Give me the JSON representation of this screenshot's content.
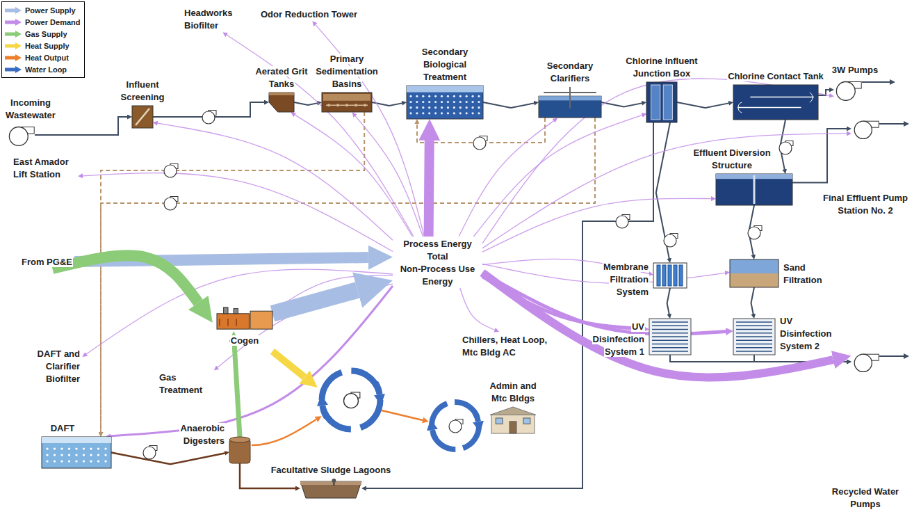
{
  "diagram": {
    "nodes": [
      {
        "text": [
          "Headworks Biofilter"
        ]
      },
      {
        "text": [
          "Odor Reduction Tower"
        ]
      },
      {
        "text": [
          "Influent Screening"
        ]
      },
      {
        "text": [
          "Aerated Grit Tanks"
        ]
      },
      {
        "text": [
          "Primary Sedimentation Basins"
        ]
      },
      {
        "text": [
          "Secondary Biological Treatment"
        ]
      },
      {
        "text": [
          "Secondary Clarifiers"
        ]
      },
      {
        "text": [
          "Chlorine Influent Junction Box"
        ]
      },
      {
        "text": [
          "Chlorine Contact Tank"
        ]
      },
      {
        "text": [
          "3W Pumps"
        ]
      },
      {
        "text": [
          "Incoming Wastewater"
        ]
      },
      {
        "text": [
          "East Amador Lift Station"
        ]
      },
      {
        "text": [
          "Effluent Diversion Structure"
        ]
      },
      {
        "text": [
          "Final Effluent Pump Station No. 2"
        ]
      },
      {
        "text": [
          "Process Energy Total",
          "Non-Process Use Energy"
        ]
      },
      {
        "text": [
          "From PG&E"
        ]
      },
      {
        "text": [
          "Cogen"
        ]
      },
      {
        "text": [
          "Membrane Filtration System"
        ]
      },
      {
        "text": [
          "Sand Filtration"
        ]
      },
      {
        "text": [
          "Chillers, Heat Loop, Mtc Bldg AC"
        ]
      },
      {
        "text": [
          "DAFT and Clarifier Biofilter"
        ]
      },
      {
        "text": [
          "Gas Treatment"
        ]
      },
      {
        "text": [
          "Anaerobic Digesters"
        ]
      },
      {
        "text": [
          "UV Disinfection System 1"
        ]
      },
      {
        "text": [
          "Admin and Mtc Bldgs"
        ]
      },
      {
        "text": [
          "UV Disinfection System 2"
        ]
      },
      {
        "text": [
          "DAFT"
        ]
      },
      {
        "text": [
          "Facultative Sludge Lagoons"
        ]
      },
      {
        "text": [
          "Recycled Water Pumps"
        ]
      }
    ],
    "edges": [
      {
        "from": 10,
        "to": 2,
        "arrow": "to"
      },
      {
        "from": 2,
        "to": 3,
        "arrow": "to"
      },
      {
        "from": 3,
        "to": 4,
        "arrow": "to"
      },
      {
        "from": 4,
        "to": 5,
        "arrow": "to"
      },
      {
        "from": 5,
        "to": 6,
        "arrow": "to"
      },
      {
        "from": 6,
        "to": 7,
        "arrow": "to"
      },
      {
        "from": 7,
        "to": 8,
        "arrow": "to"
      },
      {
        "from": 8,
        "to": 9,
        "arrow": "to"
      },
      {
        "from": 8,
        "to": 12,
        "arrow": "to"
      },
      {
        "from": 12,
        "to": 13,
        "arrow": "to"
      },
      {
        "from": 12,
        "to": 18,
        "arrow": "to"
      },
      {
        "from": 7,
        "to": 17,
        "arrow": "to"
      },
      {
        "from": 17,
        "to": 23,
        "arrow": "to"
      },
      {
        "from": 18,
        "to": 25,
        "arrow": "to"
      },
      {
        "from": 23,
        "to": 28,
        "arrow": "to"
      },
      {
        "from": 25,
        "to": 28,
        "arrow": "to"
      },
      {
        "from": 7,
        "to": 27,
        "arrow": "to"
      },
      {
        "from": 26,
        "to": 22,
        "arrow": "to"
      },
      {
        "from": 22,
        "to": 27,
        "arrow": "to"
      },
      {
        "from": 4,
        "to": 26,
        "arrow": "to"
      },
      {
        "from": 6,
        "to": 26,
        "arrow": "to"
      },
      {
        "from": 6,
        "to": 5,
        "arrow": "to"
      },
      {
        "from": 14,
        "to": 0,
        "arrow": "to"
      },
      {
        "from": 14,
        "to": 1,
        "arrow": "to"
      },
      {
        "from": 14,
        "to": 2,
        "arrow": "to"
      },
      {
        "from": 14,
        "to": 3,
        "arrow": "to"
      },
      {
        "from": 14,
        "to": 4,
        "arrow": "to"
      },
      {
        "from": 14,
        "to": 5,
        "arrow": "to"
      },
      {
        "from": 14,
        "to": 6,
        "arrow": "to"
      },
      {
        "from": 14,
        "to": 7,
        "arrow": "to"
      },
      {
        "from": 14,
        "to": 9,
        "arrow": "to"
      },
      {
        "from": 14,
        "to": 11,
        "arrow": "to"
      },
      {
        "from": 14,
        "to": 12,
        "arrow": "to"
      },
      {
        "from": 14,
        "to": 13,
        "arrow": "to"
      },
      {
        "from": 14,
        "to": 17,
        "arrow": "to"
      },
      {
        "from": 14,
        "to": 18,
        "arrow": "to"
      },
      {
        "from": 14,
        "to": 19,
        "arrow": "to"
      },
      {
        "from": 14,
        "to": 20,
        "arrow": "to"
      },
      {
        "from": 14,
        "to": 21,
        "arrow": "to"
      },
      {
        "from": 14,
        "to": 23,
        "arrow": "to"
      },
      {
        "from": 14,
        "to": 25,
        "arrow": "to"
      },
      {
        "from": 14,
        "to": 26,
        "arrow": "to"
      },
      {
        "from": 14,
        "to": 28,
        "arrow": "to"
      },
      {
        "from": 14,
        "to": 16,
        "arrow": "to"
      },
      {
        "from": 15,
        "to": 14,
        "arrow": "to"
      },
      {
        "from": 16,
        "to": 14,
        "arrow": "to"
      },
      {
        "from": 15,
        "to": 16,
        "arrow": "to"
      },
      {
        "from": 22,
        "to": 16,
        "arrow": "to"
      }
    ],
    "legend": [
      {
        "text": "Power Supply",
        "color": "#a7bde3"
      },
      {
        "text": "Power Demand",
        "color": "#c28ce8"
      },
      {
        "text": "Gas Supply",
        "color": "#8ccb78"
      },
      {
        "text": "Heat Supply",
        "color": "#f6d745"
      },
      {
        "text": "Heat Output",
        "color": "#ee7f2d"
      },
      {
        "text": "Water Loop",
        "color": "#3a6cc0"
      }
    ]
  }
}
